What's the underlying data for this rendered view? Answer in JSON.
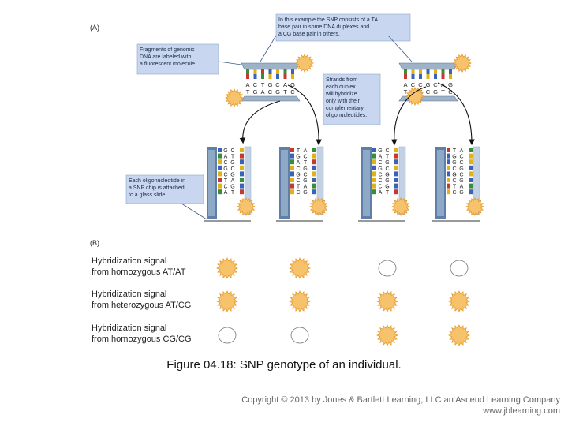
{
  "panel_a": {
    "label": "(A)",
    "callout_snp": [
      "In this example the SNP consists of a TA",
      "base pair in some DNA duplexes and",
      "a CG base pair in others."
    ],
    "callout_fragments": [
      "Fragments of genomic",
      "DNA are labeled with",
      "a fluorescent molecule."
    ],
    "callout_strands": [
      "Strands from",
      "each duplex",
      "will hybridize",
      "only with their",
      "complementary",
      "oligonucleotides."
    ],
    "callout_chip": [
      "Each oligonucleotide in",
      "a SNP chip is attached",
      "to a glass slide."
    ],
    "fragment_left": {
      "top": [
        "A",
        "C",
        "T",
        "G",
        "C",
        "A",
        "G"
      ],
      "bottom": [
        "T",
        "G",
        "A",
        "C",
        "G",
        "T",
        "C"
      ]
    },
    "fragment_right": {
      "top": [
        "A",
        "C",
        "C",
        "G",
        "C",
        "A",
        "G"
      ],
      "bottom": [
        "T",
        "G",
        "G",
        "C",
        "G",
        "T",
        "C"
      ]
    },
    "oligos": [
      {
        "left": [
          "G",
          "A",
          "C",
          "G",
          "C",
          "T",
          "C",
          "A"
        ],
        "right": [
          "C",
          "T",
          "G",
          "C",
          "G",
          "A",
          "G",
          "T"
        ]
      },
      {
        "left": [
          "T",
          "G",
          "A",
          "C",
          "G",
          "C",
          "T",
          "C"
        ],
        "right": [
          "A",
          "C",
          "T",
          "G",
          "C",
          "G",
          "A",
          "G"
        ]
      },
      {
        "left": [
          "G",
          "A",
          "C",
          "G",
          "C",
          "C",
          "C",
          "A"
        ],
        "right": [
          "C",
          "T",
          "G",
          "C",
          "G",
          "G",
          "G",
          "T"
        ]
      },
      {
        "left": [
          "T",
          "G",
          "G",
          "C",
          "G",
          "C",
          "T",
          "C"
        ],
        "right": [
          "A",
          "C",
          "C",
          "G",
          "C",
          "G",
          "A",
          "G"
        ]
      }
    ],
    "base_colors": {
      "A": "#3a8c3a",
      "T": "#c23b2e",
      "G": "#3a63b8",
      "C": "#e0b21a"
    }
  },
  "panel_b": {
    "label": "(B)",
    "rows": [
      {
        "line1": "Hybridization signal",
        "line2": "from homozygous AT/AT",
        "spots": [
          true,
          true,
          false,
          false
        ]
      },
      {
        "line1": "Hybridization signal",
        "line2": "from heterozygous AT/CG",
        "spots": [
          true,
          true,
          true,
          true
        ]
      },
      {
        "line1": "Hybridization signal",
        "line2": "from homozygous CG/CG",
        "spots": [
          false,
          false,
          true,
          true
        ]
      }
    ]
  },
  "caption": "Figure 04.18: SNP genotype of an individual.",
  "copyright": {
    "line1": "Copyright © 2013 by Jones & Bartlett Learning, LLC an Ascend Learning Company",
    "line2": "www.jblearning.com"
  },
  "colors": {
    "callout_fill": "#c8d7ef",
    "slide_fill": "#a8bfd8",
    "slide_edge": "#5f7fa8",
    "glow_fill": "#f6c26b",
    "glow_stroke": "#e59a2a"
  }
}
